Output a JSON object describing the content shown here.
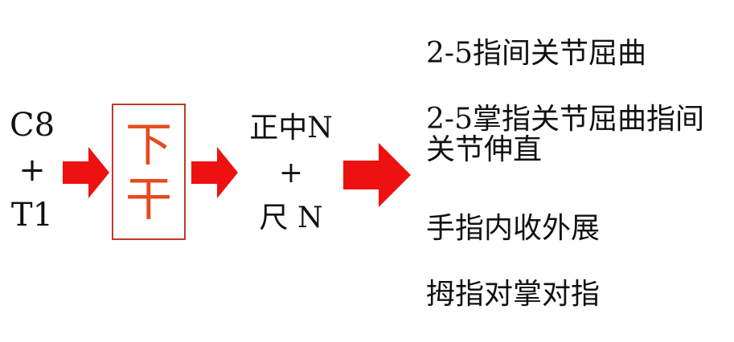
{
  "root": {
    "top": "C8",
    "plus": "+",
    "bottom": "T1"
  },
  "trunk": {
    "char1": "下",
    "char2": "干"
  },
  "nerves": {
    "top": "正中N",
    "plus": "+",
    "bottom": "尺 N"
  },
  "functions": [
    "2-5指间关节屈曲",
    "2-5掌指关节屈曲指间关节伸直",
    "手指内收外展",
    "拇指对掌对指"
  ],
  "colors": {
    "arrow": "#ee1111",
    "box_border": "#c0392b",
    "trunk_text": "#e8491d",
    "text": "#111111"
  }
}
